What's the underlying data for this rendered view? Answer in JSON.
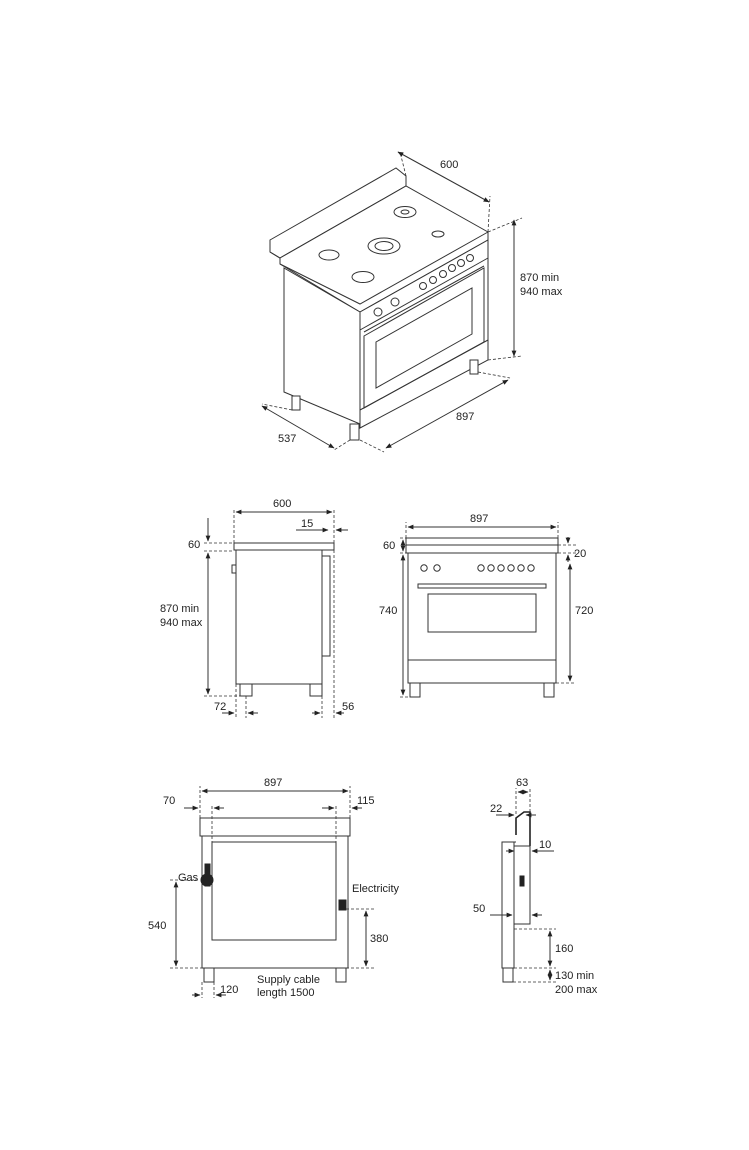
{
  "iso": {
    "width": "600",
    "height_min": "870 min",
    "height_max": "940 max",
    "length": "897",
    "depth": "537"
  },
  "side": {
    "width": "600",
    "backguard": "15",
    "top": "60",
    "height_min": "870 min",
    "height_max": "940 max",
    "foot_left": "72",
    "foot_right": "56"
  },
  "front": {
    "width": "897",
    "top": "60",
    "top_right": "20",
    "height_left": "740",
    "height_right": "720"
  },
  "rear": {
    "width": "897",
    "left_offset": "70",
    "right_offset": "115",
    "gas_label": "Gas",
    "electricity_label": "Electricity",
    "gas_height": "540",
    "electricity_height": "380",
    "foot": "120",
    "cable_line1": "Supply cable",
    "cable_line2": "length 1500"
  },
  "profile": {
    "top": "63",
    "guard": "22",
    "gap": "10",
    "offset": "50",
    "plinth": "160",
    "feet_min": "130 min",
    "feet_max": "200 max"
  }
}
